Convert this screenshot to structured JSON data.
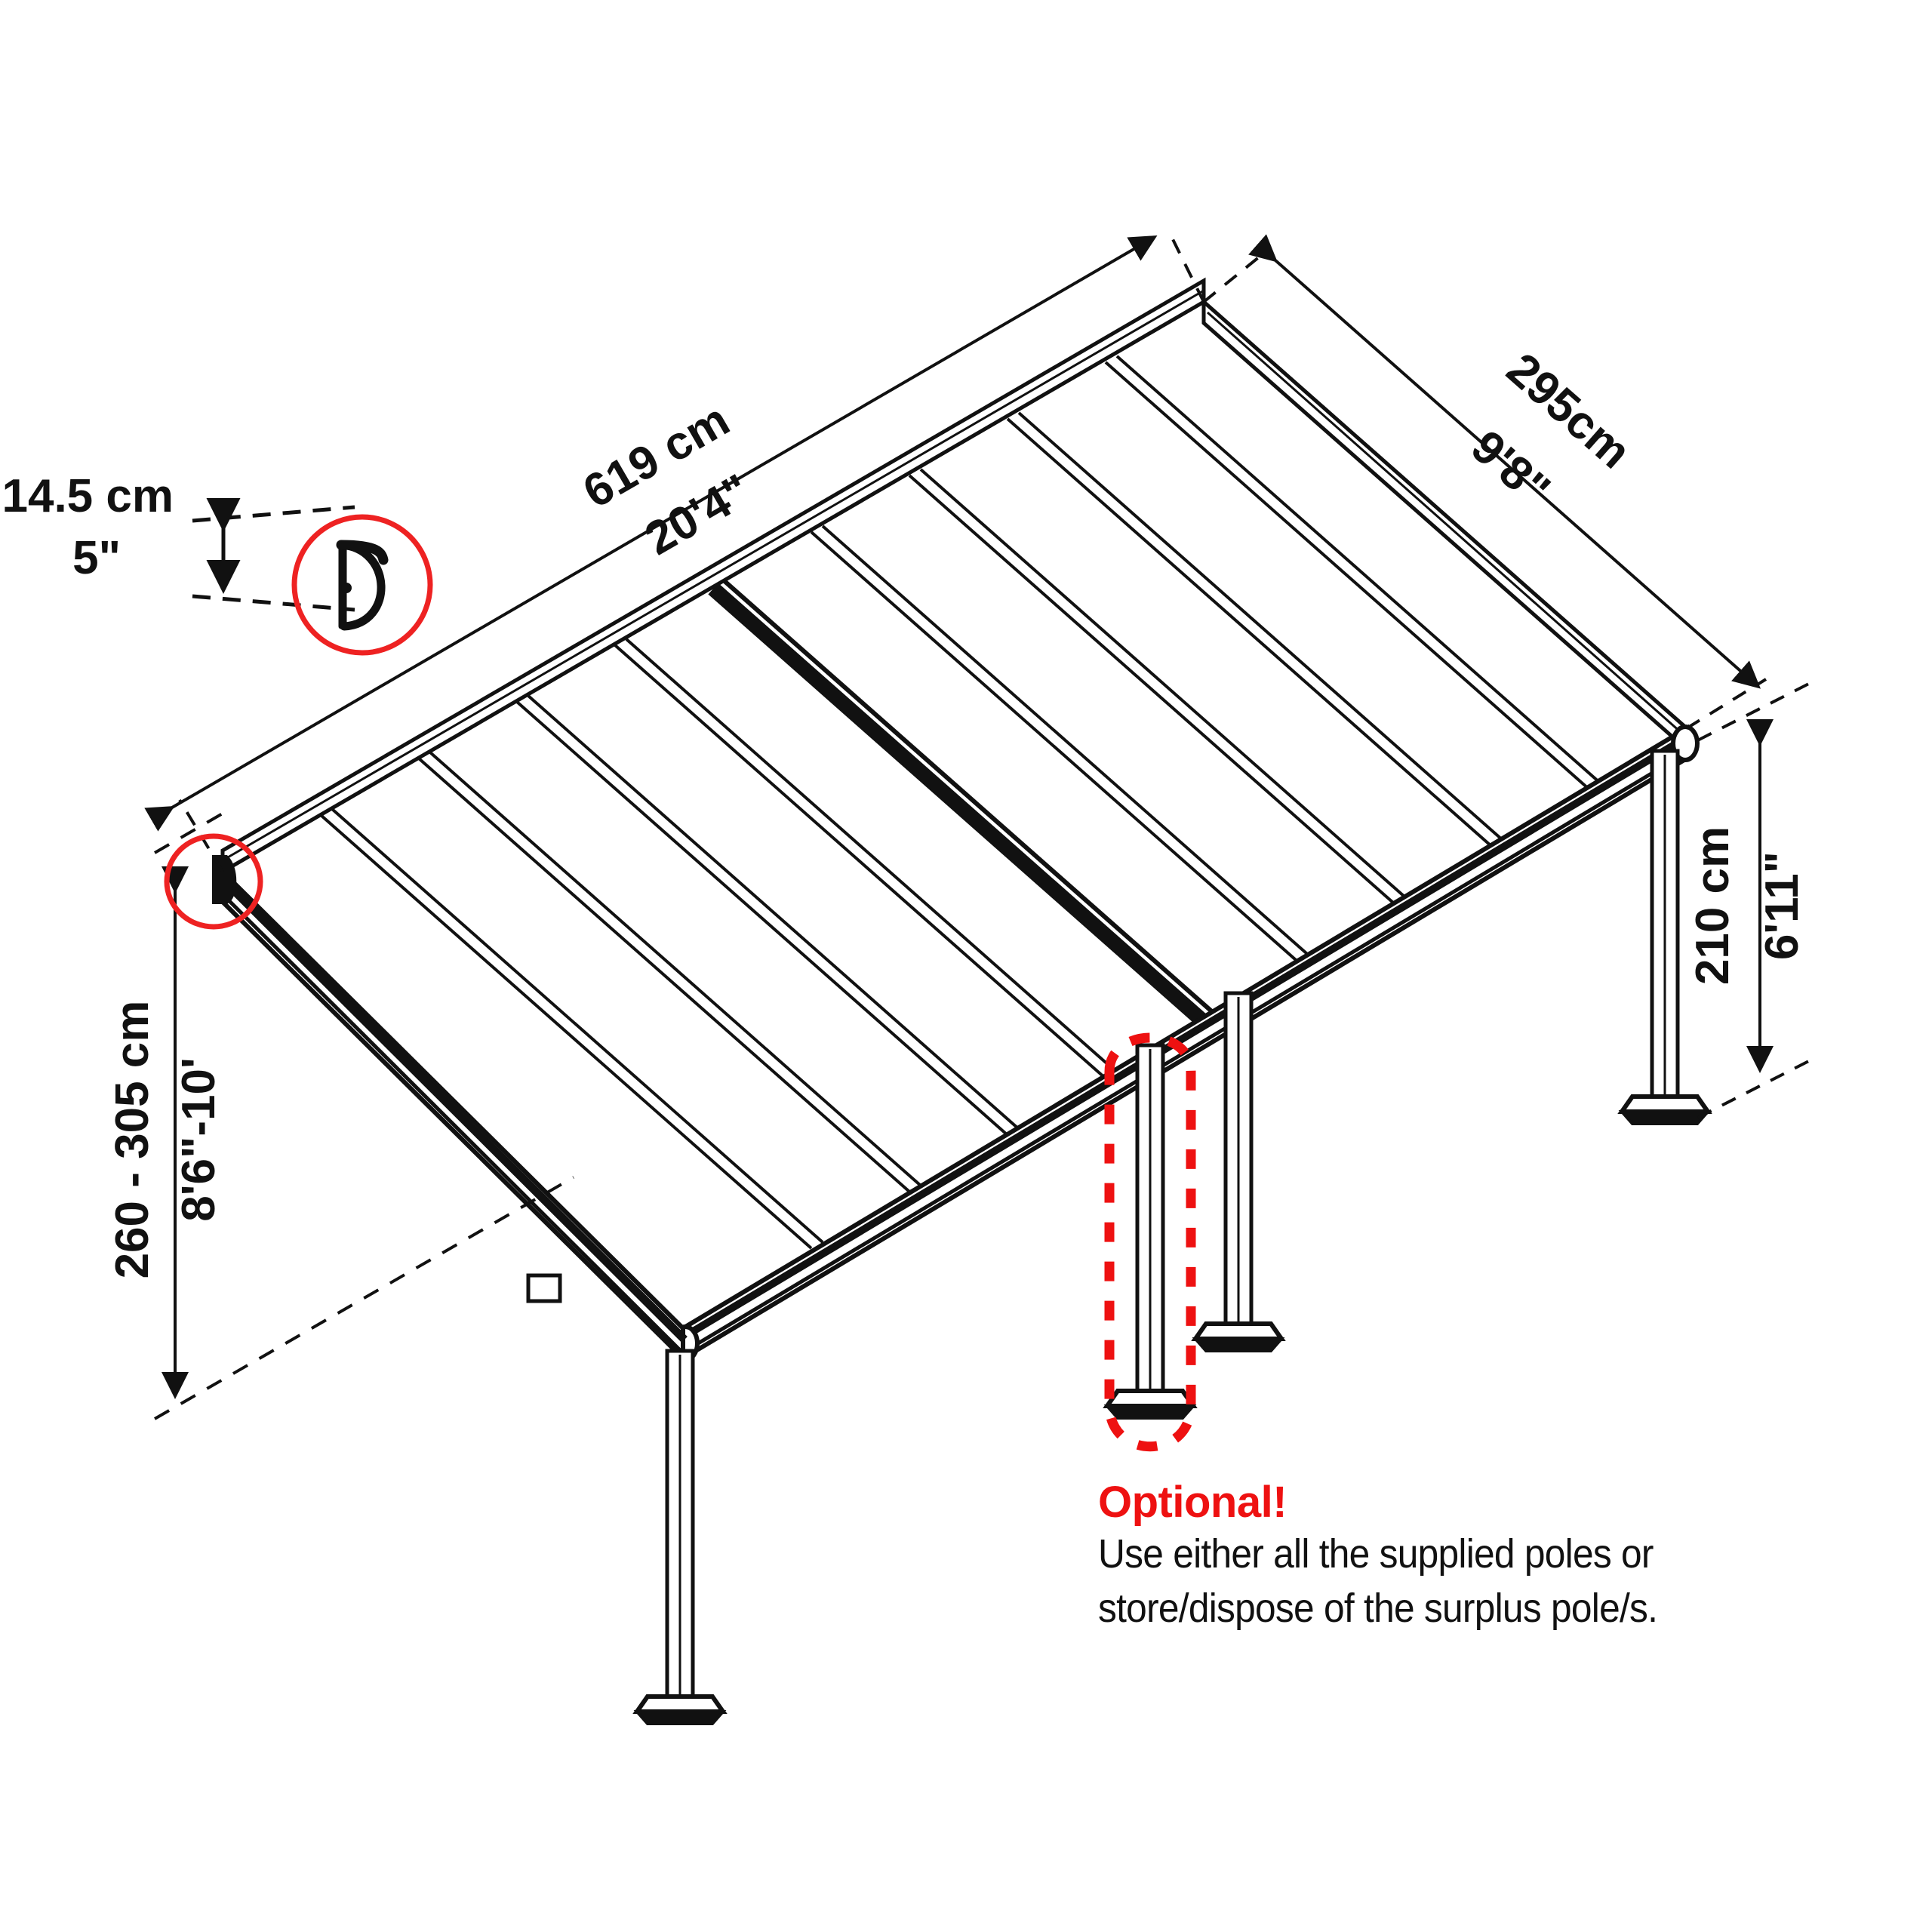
{
  "diagram": {
    "kind": "patio-cover-assembly-dimension-drawing",
    "background_color": "#ffffff",
    "line_color": "#111111",
    "accent_color": "#ee1111"
  },
  "dimensions": {
    "length": {
      "metric": "619 cm",
      "imperial": "20'4\""
    },
    "depth": {
      "metric": "295cm",
      "imperial": "9'8\""
    },
    "front_height": {
      "metric": "210 cm",
      "imperial": "6'11\""
    },
    "wall_height": {
      "metric": "260 - 305 cm",
      "imperial": "8'6\"-10'"
    },
    "profile_height": {
      "metric": "14.5 cm",
      "imperial": "5\""
    }
  },
  "callouts": {
    "profile_detail_label": "profile-cross-section",
    "profile_circle_color": "#ee2222",
    "corner_circle_color": "#ee2222",
    "optional_pole_outline_color": "#ee1111"
  },
  "note": {
    "title": "Optional!",
    "line1": "Use either all the supplied poles or",
    "line2": "store/dispose of the surplus pole/s."
  },
  "structure": {
    "rafter_count": 9,
    "highlighted_rafter_index": 4,
    "pole_count": 4,
    "optional_pole_index": 2
  }
}
